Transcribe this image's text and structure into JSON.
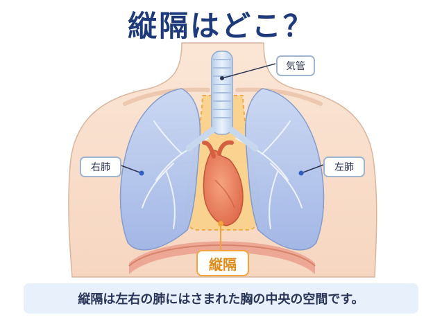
{
  "title": "縦隔はどこ？",
  "labels": {
    "trachea": "気管",
    "right_lung": "右肺",
    "left_lung": "左肺",
    "mediastinum": "縦隔"
  },
  "caption": "縦隔は左右の肺にはさまれた胸の中央の空間です。",
  "colors": {
    "title": "#1e3a7a",
    "accent": "#f0a43a",
    "lung": "#b5c8ee",
    "heart": "#e9775a",
    "skin": "#f8dcc8"
  }
}
